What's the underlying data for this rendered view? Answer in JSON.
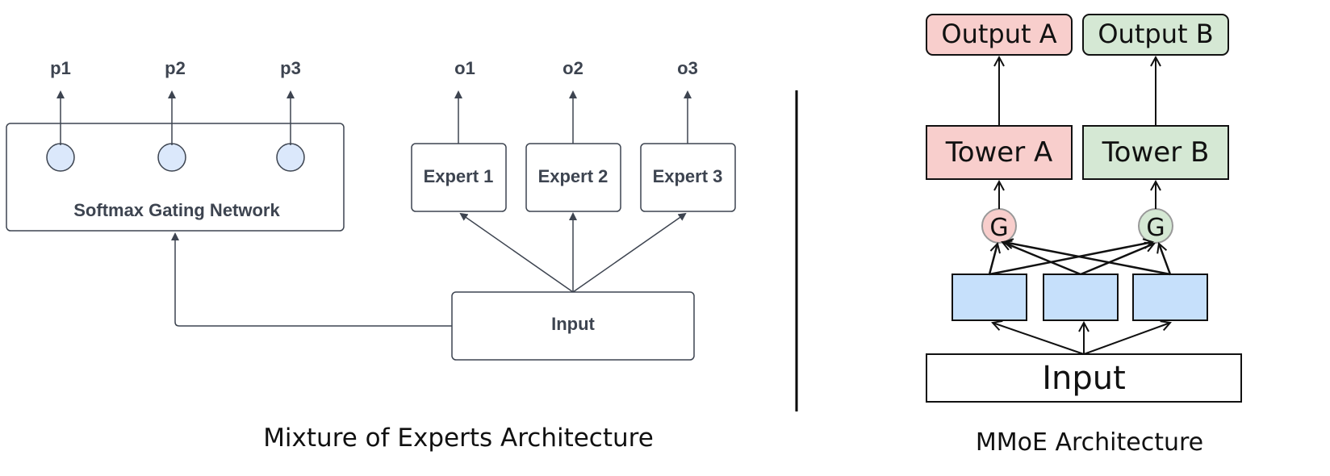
{
  "moe": {
    "gate_outputs": [
      "p1",
      "p2",
      "p3"
    ],
    "gating_label": "Softmax Gating Network",
    "expert_outputs": [
      "o1",
      "o2",
      "o3"
    ],
    "experts": [
      "Expert 1",
      "Expert 2",
      "Expert 3"
    ],
    "input_label": "Input",
    "caption": "Mixture of Experts Architecture"
  },
  "mmoe": {
    "outputs": [
      "Output A",
      "Output B"
    ],
    "towers": [
      "Tower A",
      "Tower B"
    ],
    "gate_label": "G",
    "input_label": "Input",
    "caption": "MMoE Architecture",
    "colors": {
      "task_a": "#f8cecc",
      "task_b": "#d5e8d4",
      "expert": "#c6e0fb",
      "gate_circle": "#d7eefc"
    }
  }
}
